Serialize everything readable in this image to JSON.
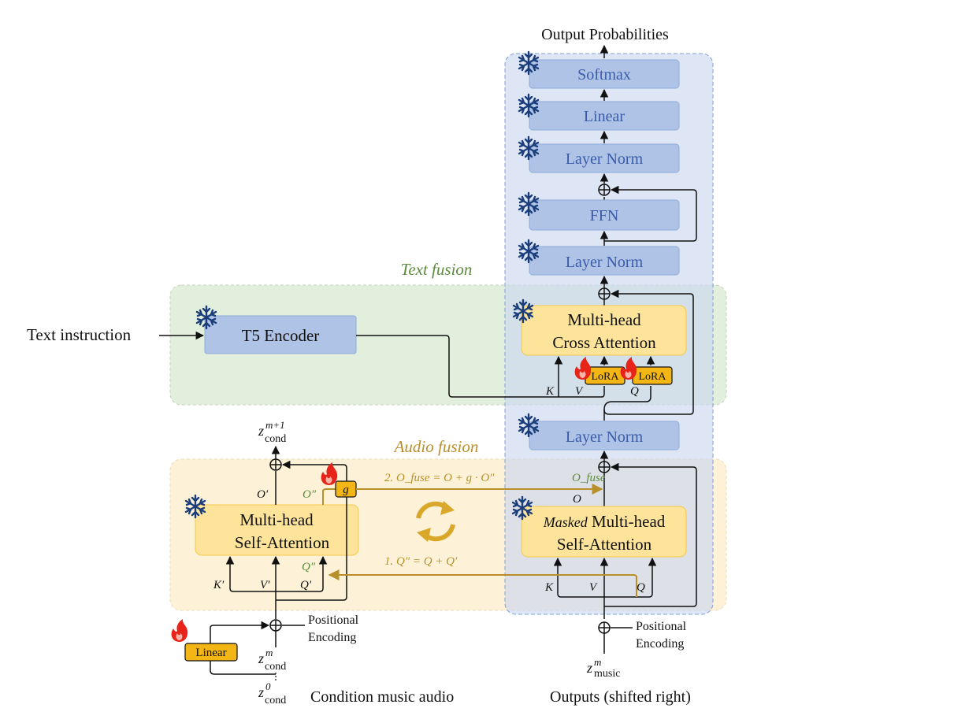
{
  "decoder": {
    "output_label": "Output Probabilities",
    "softmax": "Softmax",
    "linear": "Linear",
    "layer_norm_top": "Layer Norm",
    "ffn": "FFN",
    "layer_norm_mid": "Layer Norm",
    "cross_attention_line1": "Multi-head",
    "cross_attention_line2": "Cross Attention",
    "layer_norm_low": "Layer Norm",
    "masked_prefix": "Masked",
    "masked_line1_rest": " Multi-head",
    "masked_line2": "Self-Attention",
    "positional_line1": "Positional",
    "positional_line2": "Encoding",
    "inputs_caption": "Outputs (shifted right)",
    "z_music_base": "z",
    "z_music_sup": "m",
    "z_music_sub": "music"
  },
  "text_fusion": {
    "title": "Text fusion",
    "instruction": "Text instruction",
    "encoder": "T5 Encoder",
    "lora1": "LoRA",
    "lora2": "LoRA",
    "k": "K",
    "v": "V",
    "q": "Q"
  },
  "audio_fusion": {
    "title": "Audio fusion",
    "self_attention_line1": "Multi-head",
    "self_attention_line2": "Self-Attention",
    "o_prime": "O′",
    "o_dprime": "O″",
    "g": "g",
    "fuse_eq": "2. O_fuse = O + g · O″",
    "o_fuse": "O_fuse",
    "o": "O",
    "q_eq": "1. Q″ = Q + Q′",
    "q_dprime": "Q″",
    "k_prime": "K′",
    "v_prime": "V′",
    "q_prime": "Q′",
    "k": "K",
    "v": "V",
    "q": "Q"
  },
  "condition": {
    "linear": "Linear",
    "positional_line1": "Positional",
    "positional_line2": "Encoding",
    "caption": "Condition music audio",
    "z_top_base": "z",
    "z_top_sup": "m+1",
    "z_top_sub": "cond",
    "z_mid_base": "z",
    "z_mid_sup": "m",
    "z_mid_sub": "cond",
    "z_bot_base": "z",
    "z_bot_sup": "0",
    "z_bot_sub": "cond"
  },
  "colors": {
    "frozen_block": "#aec3e6",
    "frozen_region": "#dbe5f5",
    "text_region": "#e2efdc",
    "audio_region": "#fdf2d6",
    "attention_block": "#fde49a",
    "lora": "#f3b614",
    "gold_arrow": "#b8902a",
    "snowflake": "#1b3d7a",
    "flame": "#e8241a"
  }
}
